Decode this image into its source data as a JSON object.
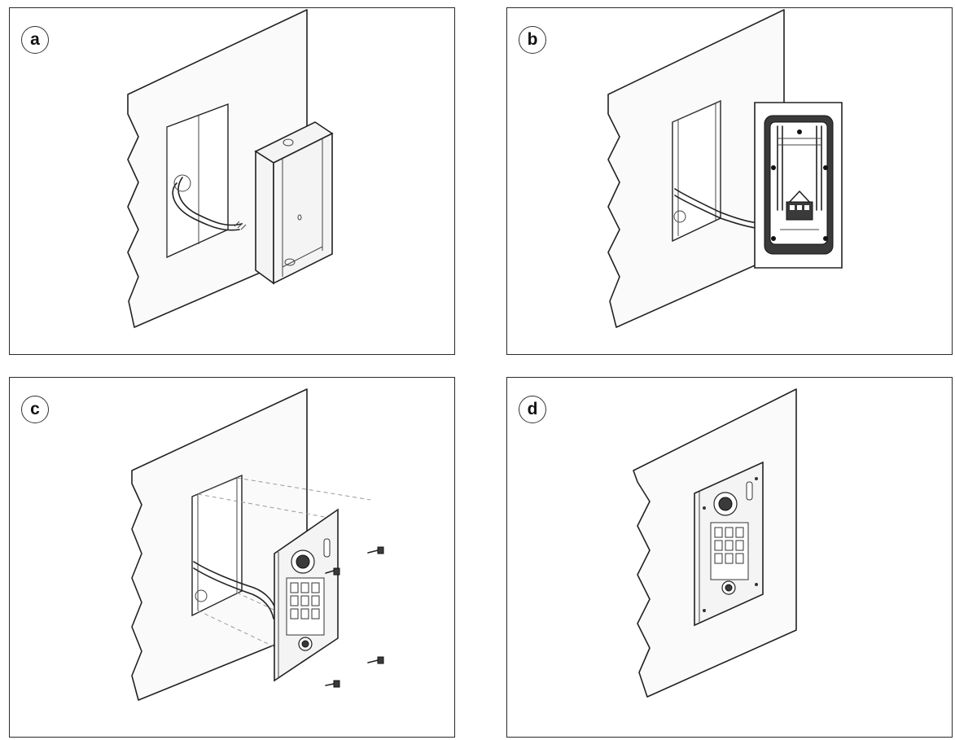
{
  "steps": [
    {
      "label": "a"
    },
    {
      "label": "b"
    },
    {
      "label": "c"
    },
    {
      "label": "d"
    }
  ]
}
